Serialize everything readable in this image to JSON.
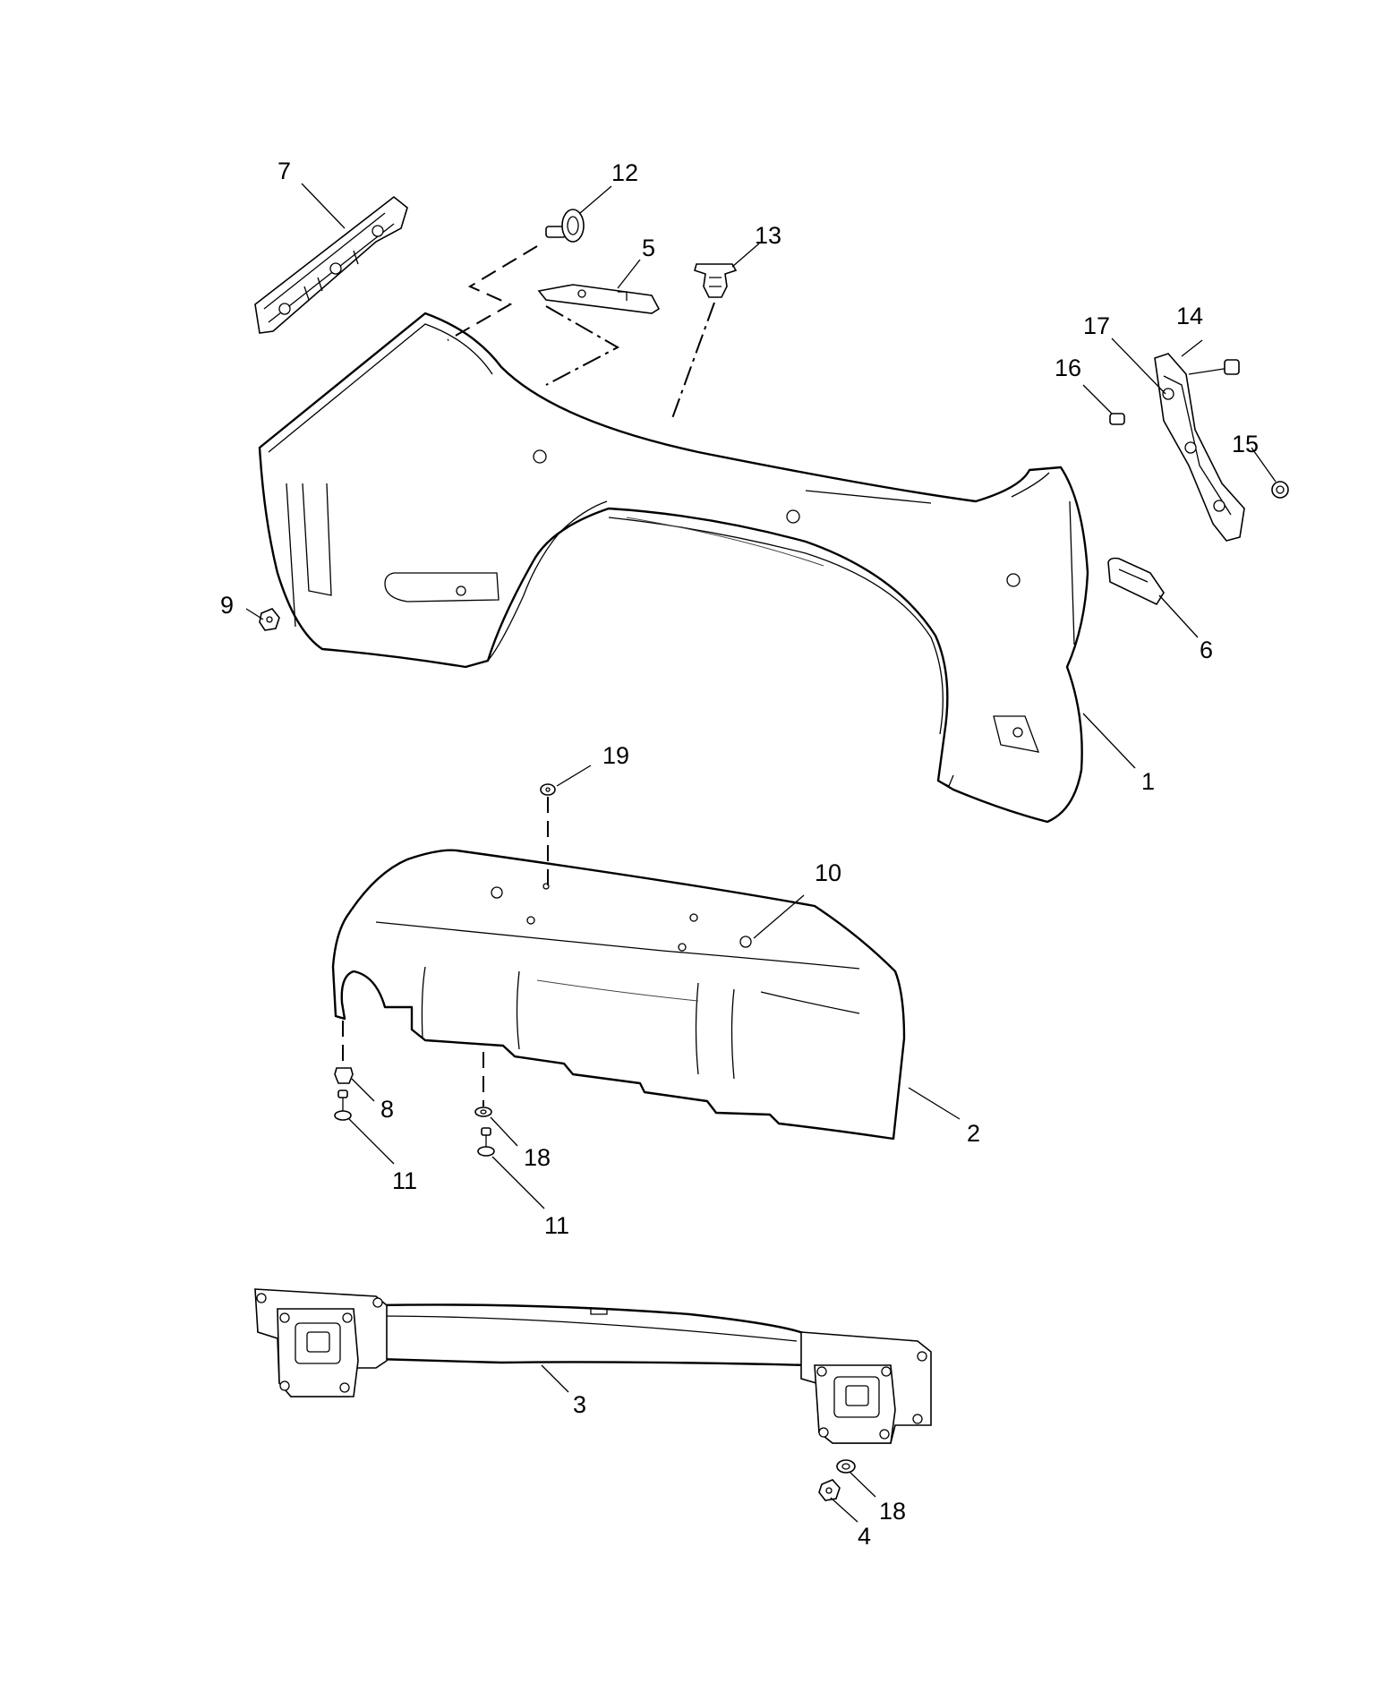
{
  "callouts": {
    "c1": "1",
    "c2": "2",
    "c3": "3",
    "c4": "4",
    "c5": "5",
    "c6": "6",
    "c7": "7",
    "c8": "8",
    "c9": "9",
    "c10": "10",
    "c11a": "11",
    "c11b": "11",
    "c12": "12",
    "c13": "13",
    "c14": "14",
    "c15": "15",
    "c16": "16",
    "c17": "17",
    "c18a": "18",
    "c18b": "18",
    "c19": "19"
  },
  "colors": {
    "line": "#000000",
    "background": "#ffffff"
  }
}
